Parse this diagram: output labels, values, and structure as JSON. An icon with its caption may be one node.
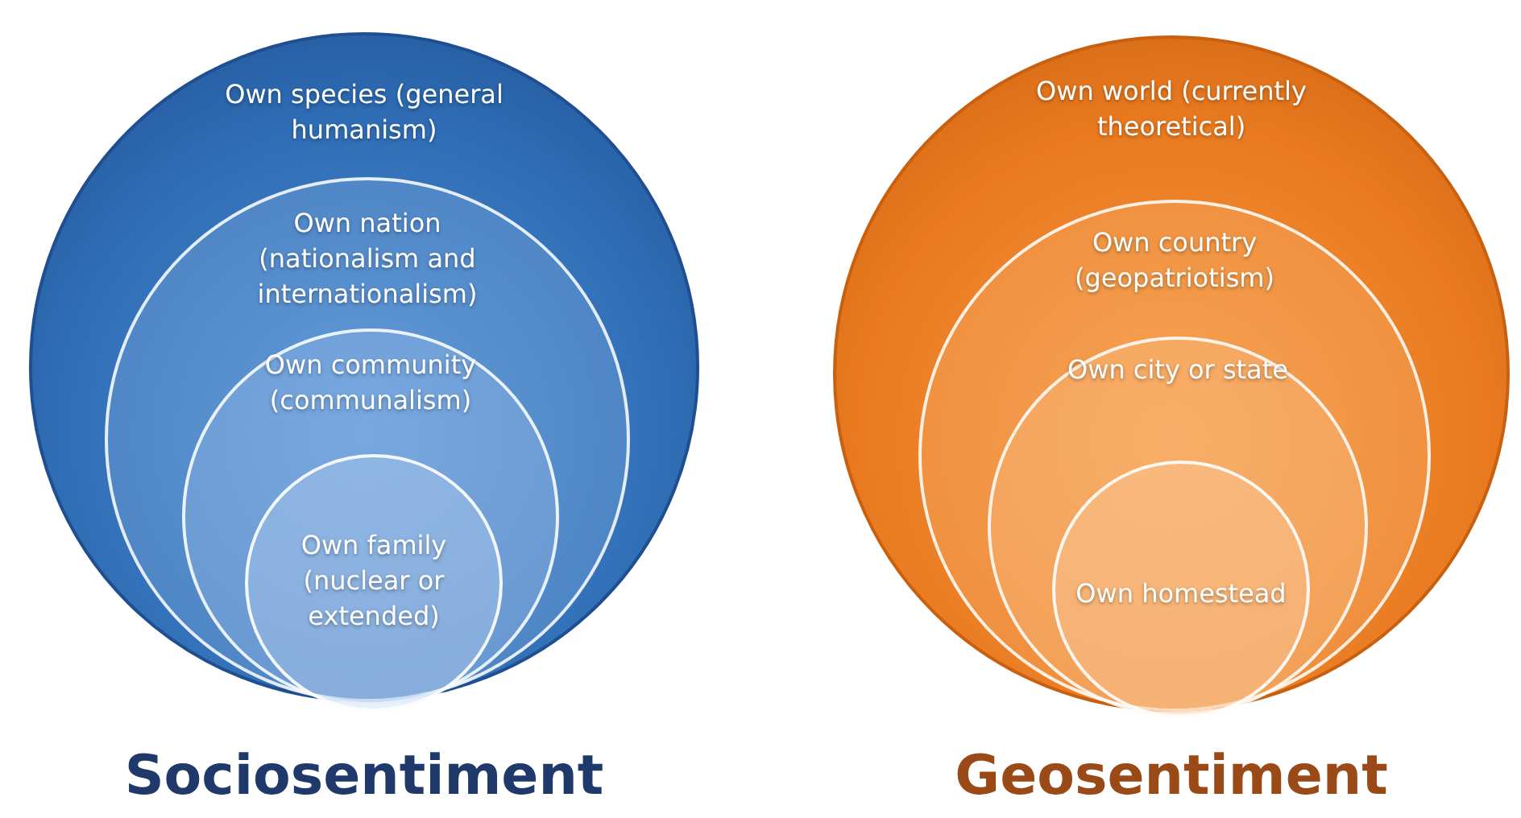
{
  "diagram": {
    "nodes": [
      {
        "text": [
          "Own species (general humanism)"
        ]
      },
      {
        "text": [
          "Own nation (nationalism and internationalism)"
        ],
        "in": 0
      },
      {
        "text": [
          "Own community (communalism)"
        ],
        "in": 1
      },
      {
        "text": [
          "Own family (nuclear or extended)"
        ],
        "in": 2
      },
      {
        "text": [
          "Own world (currently theoretical)"
        ]
      },
      {
        "text": [
          "Own country (geopatriotism)"
        ],
        "in": 4
      },
      {
        "text": [
          "Own city or state"
        ],
        "in": 5
      },
      {
        "text": [
          "Own homestead"
        ],
        "in": 6
      }
    ],
    "labels": [
      "Sociosentiment",
      "Geosentiment"
    ]
  }
}
